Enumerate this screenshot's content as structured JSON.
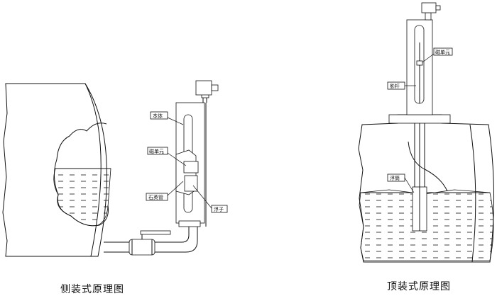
{
  "side_view": {
    "caption": "侧装式原理图",
    "labels": {
      "body": "本体",
      "magnetic_unit": "磁单元",
      "quartz_tube": "石英管",
      "float": "浮子"
    }
  },
  "top_view": {
    "caption": "顶装式原理图",
    "labels": {
      "magnetic_unit": "磁单元",
      "rod": "影杆",
      "float_ball": "浮筒"
    }
  }
}
